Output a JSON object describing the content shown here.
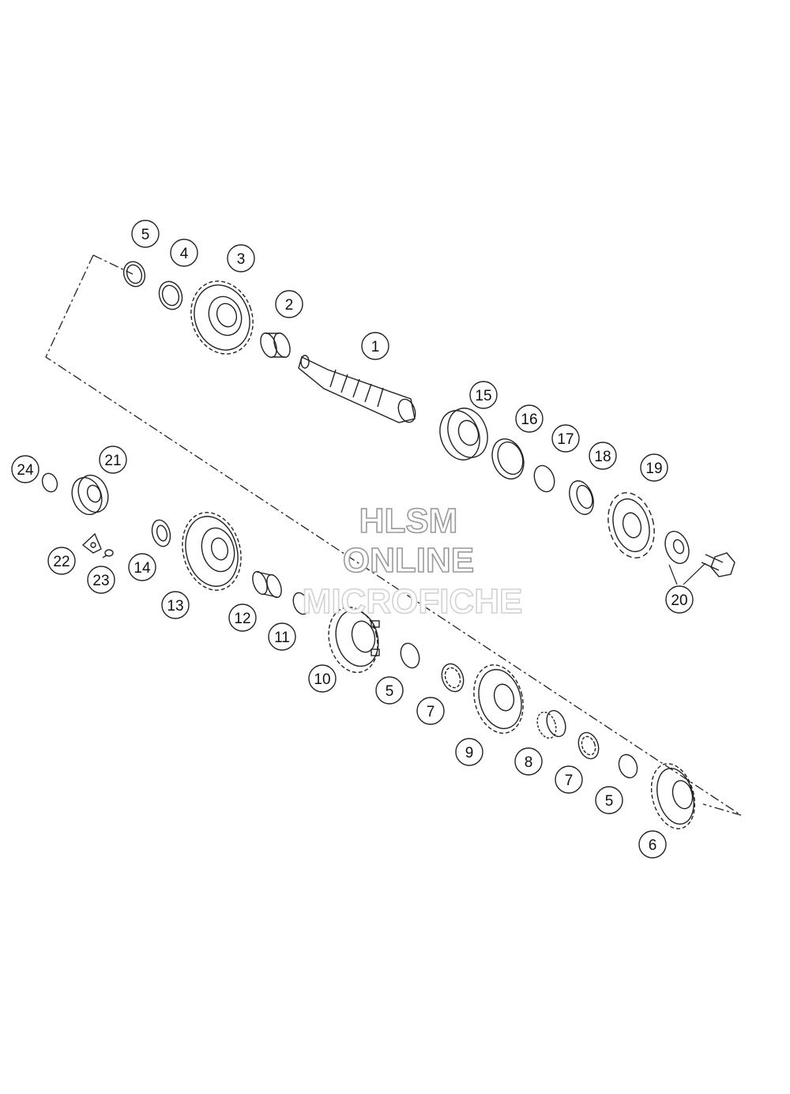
{
  "callouts": [
    "1",
    "2",
    "3",
    "4",
    "5",
    "5",
    "5",
    "6",
    "7",
    "7",
    "8",
    "9",
    "10",
    "11",
    "12",
    "13",
    "14",
    "15",
    "16",
    "17",
    "18",
    "19",
    "20",
    "21",
    "22",
    "23",
    "24"
  ],
  "watermark": {
    "line1": "HLSM",
    "line2": "ONLINE",
    "line3": "MICROFICHE"
  }
}
